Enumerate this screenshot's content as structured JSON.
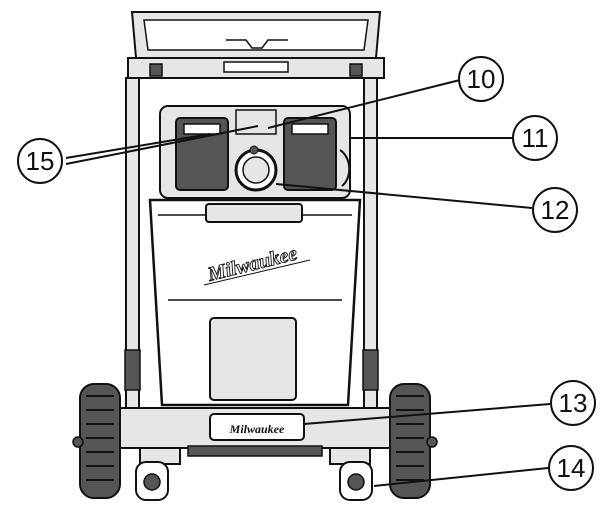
{
  "diagram": {
    "brand_mark": "Milwaukee",
    "callouts": [
      {
        "id": "10",
        "label": "10"
      },
      {
        "id": "11",
        "label": "11"
      },
      {
        "id": "12",
        "label": "12"
      },
      {
        "id": "13",
        "label": "13"
      },
      {
        "id": "14",
        "label": "14"
      },
      {
        "id": "15",
        "label": "15"
      }
    ]
  }
}
